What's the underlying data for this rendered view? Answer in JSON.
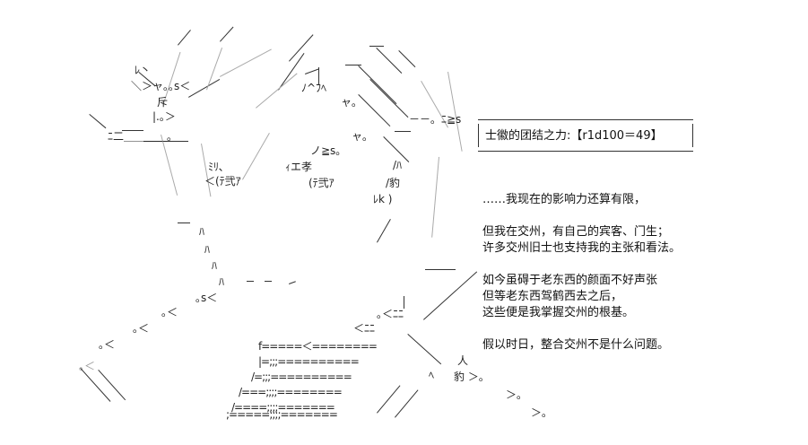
{
  "header_box": {
    "text": "士徽的团结之力:【r1d100＝49】",
    "label": "士徽的团结之力",
    "roll": "r1d100",
    "result": "49"
  },
  "dialogue": {
    "line1": "……我现在的影响力还算有限，",
    "line2": "但我在交州，有自己的宾客、门生；",
    "line3": "许多交州旧士也支持我的主张和看法。",
    "line4": "如今虽碍于老东西的颜面不好声张",
    "line5": "但等老东西驾鹤西去之后，",
    "line6": "这些便是我掌握交州的根基。",
    "line7": "假以时日，整合交州不是什么问题。"
  },
  "art_glyphs": {
    "g1": "ﾚ丶",
    "g2": "＼＞ャ｡｡s＜",
    "g3": "斥",
    "g4": "|.｡＞",
    "g5": "ﾆ二＿＿＿＿｡",
    "g6": "ﾐﾘ､",
    "g7": "＜(ﾃ弐ｱ",
    "g8": "ノ≧s｡",
    "g9": "ｨエ孝",
    "g10": "(ﾃ弐ｱ",
    "g11": "ャ｡",
    "g12": "/ﾊ",
    "g13": "/豹",
    "g14": "ﾚk )",
    "g15": "ﾆ≧s",
    "g16": "－－｡",
    "g17": "ﾉ^ﾌﾍ",
    "g18": "ャ｡",
    "g19": "｡s＜",
    "g20": "｡＜",
    "g21": "｡＜",
    "g22": "｡＜",
    "g23": "f=====＜========",
    "g24": "|=;;;==========",
    "g25": "/=;;;==========",
    "g26": "/===;;;;========",
    "g27": "/====;;;;=======",
    "g28": ";=====;;;;=======",
    "g29": "｡＜ﾆﾆ",
    "g30": "＜ﾆﾆ",
    "g31": "人",
    "g32": "豹 ＞｡",
    "g33": "＞｡",
    "g34": "＞｡",
    "g35": "ﾊ",
    "g36": "ﾊ",
    "g37": "ﾊ",
    "g38": "ﾊ",
    "g39": "ﾍ"
  }
}
